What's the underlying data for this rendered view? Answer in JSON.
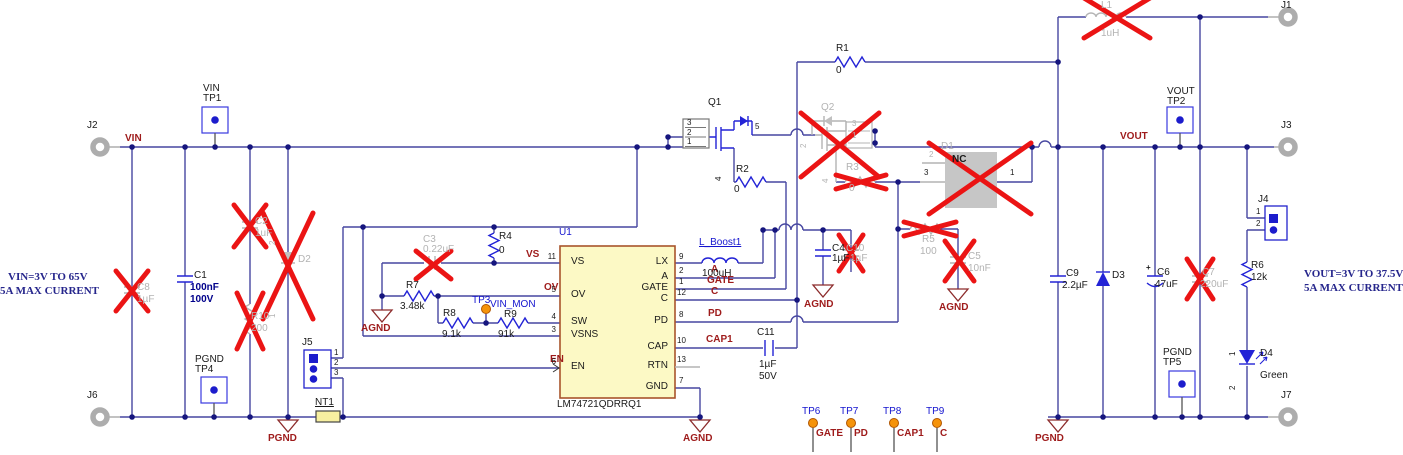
{
  "notes": {
    "vin_line1": "VIN=3V TO 65V",
    "vin_line2": "5A MAX CURRENT",
    "vout_line1": "VOUT=3V TO 37.5V",
    "vout_line2": "5A MAX CURRENT"
  },
  "connectors": {
    "j1": "J1",
    "j2": "J2",
    "j3": "J3",
    "j4": "J4",
    "j5": "J5",
    "j6": "J6",
    "j7": "J7"
  },
  "headers": {
    "j4_pin1": "1",
    "j4_pin2": "2",
    "j5_pin1": "1",
    "j5_pin2": "2",
    "j5_pin3": "3"
  },
  "testpoints": {
    "tp1": {
      "name": "TP1",
      "net": "VIN"
    },
    "tp2": {
      "name": "TP2",
      "net": "VOUT"
    },
    "tp3": {
      "name": "TP3",
      "net": "VIN_MON"
    },
    "tp4": {
      "name": "TP4",
      "net": "PGND"
    },
    "tp5": {
      "name": "TP5",
      "net": "PGND"
    },
    "tp6": {
      "name": "TP6",
      "net": "GATE"
    },
    "tp7": {
      "name": "TP7",
      "net": "PD"
    },
    "tp8": {
      "name": "TP8",
      "net": "CAP1"
    },
    "tp9": {
      "name": "TP9",
      "net": "C"
    }
  },
  "nets": {
    "vin": "VIN",
    "vout": "VOUT",
    "vs": "VS",
    "ov": "OV",
    "en": "EN",
    "a": "A",
    "gate": "GATE",
    "c": "C",
    "pd": "PD",
    "cap1": "CAP1",
    "agnd": "AGND",
    "pgnd": "PGND"
  },
  "ic": {
    "ref": "U1",
    "part": "LM74721QDRRQ1",
    "left_pins": [
      {
        "num": "11",
        "name": "VS"
      },
      {
        "num": "5",
        "name": "OV"
      },
      {
        "num": "4",
        "name": "SW"
      },
      {
        "num": "3",
        "name": "VSNS"
      },
      {
        "num": "6",
        "name": "EN"
      }
    ],
    "right_pins": [
      {
        "num": "9",
        "name": "LX"
      },
      {
        "num": "2",
        "name": "A"
      },
      {
        "num": "1",
        "name": "GATE"
      },
      {
        "num": "12",
        "name": "C"
      },
      {
        "num": "8",
        "name": "PD"
      },
      {
        "num": "10",
        "name": "CAP"
      },
      {
        "num": "13",
        "name": "RTN"
      },
      {
        "num": "7",
        "name": "GND"
      }
    ]
  },
  "components": {
    "c1": {
      "ref": "C1",
      "value": "100nF",
      "rating": "100V"
    },
    "c8": {
      "ref": "C8",
      "value": "1µF",
      "dnp": true
    },
    "c2": {
      "ref": "C2",
      "value": "1uF",
      "dnp": true
    },
    "d2": {
      "ref": "D2",
      "pin1": "1",
      "pin2": "2",
      "dnp": true
    },
    "r10": {
      "ref": "R10",
      "value": "200",
      "dnp": true
    },
    "r4": {
      "ref": "R4",
      "value": "0"
    },
    "c3": {
      "ref": "C3",
      "value": "0.22uF",
      "dnp": true
    },
    "r7": {
      "ref": "R7",
      "value": "3.48k"
    },
    "r8": {
      "ref": "R8",
      "value": "9.1k"
    },
    "r9": {
      "ref": "R9",
      "value": "91k"
    },
    "q1": {
      "ref": "Q1",
      "pin1": "1",
      "pin2": "2",
      "pin3": "3",
      "pin4": "4",
      "pin5": "5"
    },
    "r2": {
      "ref": "R2",
      "value": "0"
    },
    "q2": {
      "ref": "Q2",
      "pin1": "1",
      "pin2": "2",
      "pin3": "3",
      "pin4": "4",
      "dnp": true
    },
    "r3": {
      "ref": "R3",
      "value": "0",
      "dnp": true
    },
    "r1": {
      "ref": "R1",
      "value": "0"
    },
    "d1": {
      "ref": "D1",
      "value": "NC",
      "pin1": "1",
      "pin2": "2",
      "pin3": "3",
      "dnp": true
    },
    "l_boost1": {
      "ref": "L_Boost1",
      "value": "100uH"
    },
    "c4": {
      "ref": "C4",
      "value": "1µF"
    },
    "c10": {
      "ref": "C10",
      "value": "1µF",
      "dnp": true
    },
    "r5": {
      "ref": "R5",
      "value": "100",
      "dnp": true
    },
    "c5": {
      "ref": "C5",
      "value": "10nF",
      "dnp": true
    },
    "c11": {
      "ref": "C11",
      "value": "1µF",
      "rating": "50V"
    },
    "l1": {
      "ref": "L1",
      "value": "1uH",
      "dnp": true
    },
    "c9": {
      "ref": "C9",
      "value": "2.2µF"
    },
    "d3": {
      "ref": "D3"
    },
    "c6": {
      "ref": "C6",
      "value": "47uF",
      "polarity": "+"
    },
    "c7": {
      "ref": "C7",
      "value": "220uF",
      "dnp": true
    },
    "r6": {
      "ref": "R6",
      "value": "12k"
    },
    "d4": {
      "ref": "D4",
      "value": "Green",
      "pin1": "1",
      "pin2": "2"
    },
    "nt1": {
      "ref": "NT1"
    }
  }
}
